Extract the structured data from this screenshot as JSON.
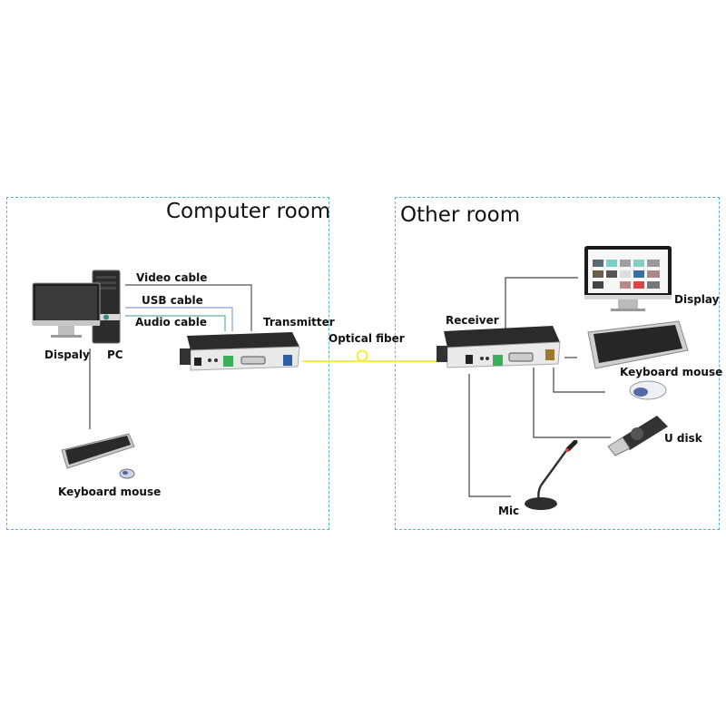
{
  "rooms": {
    "computer_room": {
      "title": "Computer room",
      "labels": {
        "video_cable": "Video cable",
        "usb_cable": "USB cable",
        "audio_cable": "Audio cable",
        "transmitter": "Transmitter",
        "display": "Dispaly",
        "pc": "PC",
        "keyboard_mouse": "Keyboard mouse"
      }
    },
    "other_room": {
      "title": "Other room",
      "labels": {
        "receiver": "Receiver",
        "display": "Display",
        "keyboard_mouse": "Keyboard mouse",
        "u_disk": "U disk",
        "mic": "Mic"
      }
    }
  },
  "link": {
    "optical_fiber": "Optical fiber"
  },
  "colors": {
    "border": "#5fb4d6",
    "fiber": "#f2ef3c",
    "video_wire": "#555555",
    "usb_wire": "#8a9fd8",
    "audio_wire": "#5fb39a"
  }
}
